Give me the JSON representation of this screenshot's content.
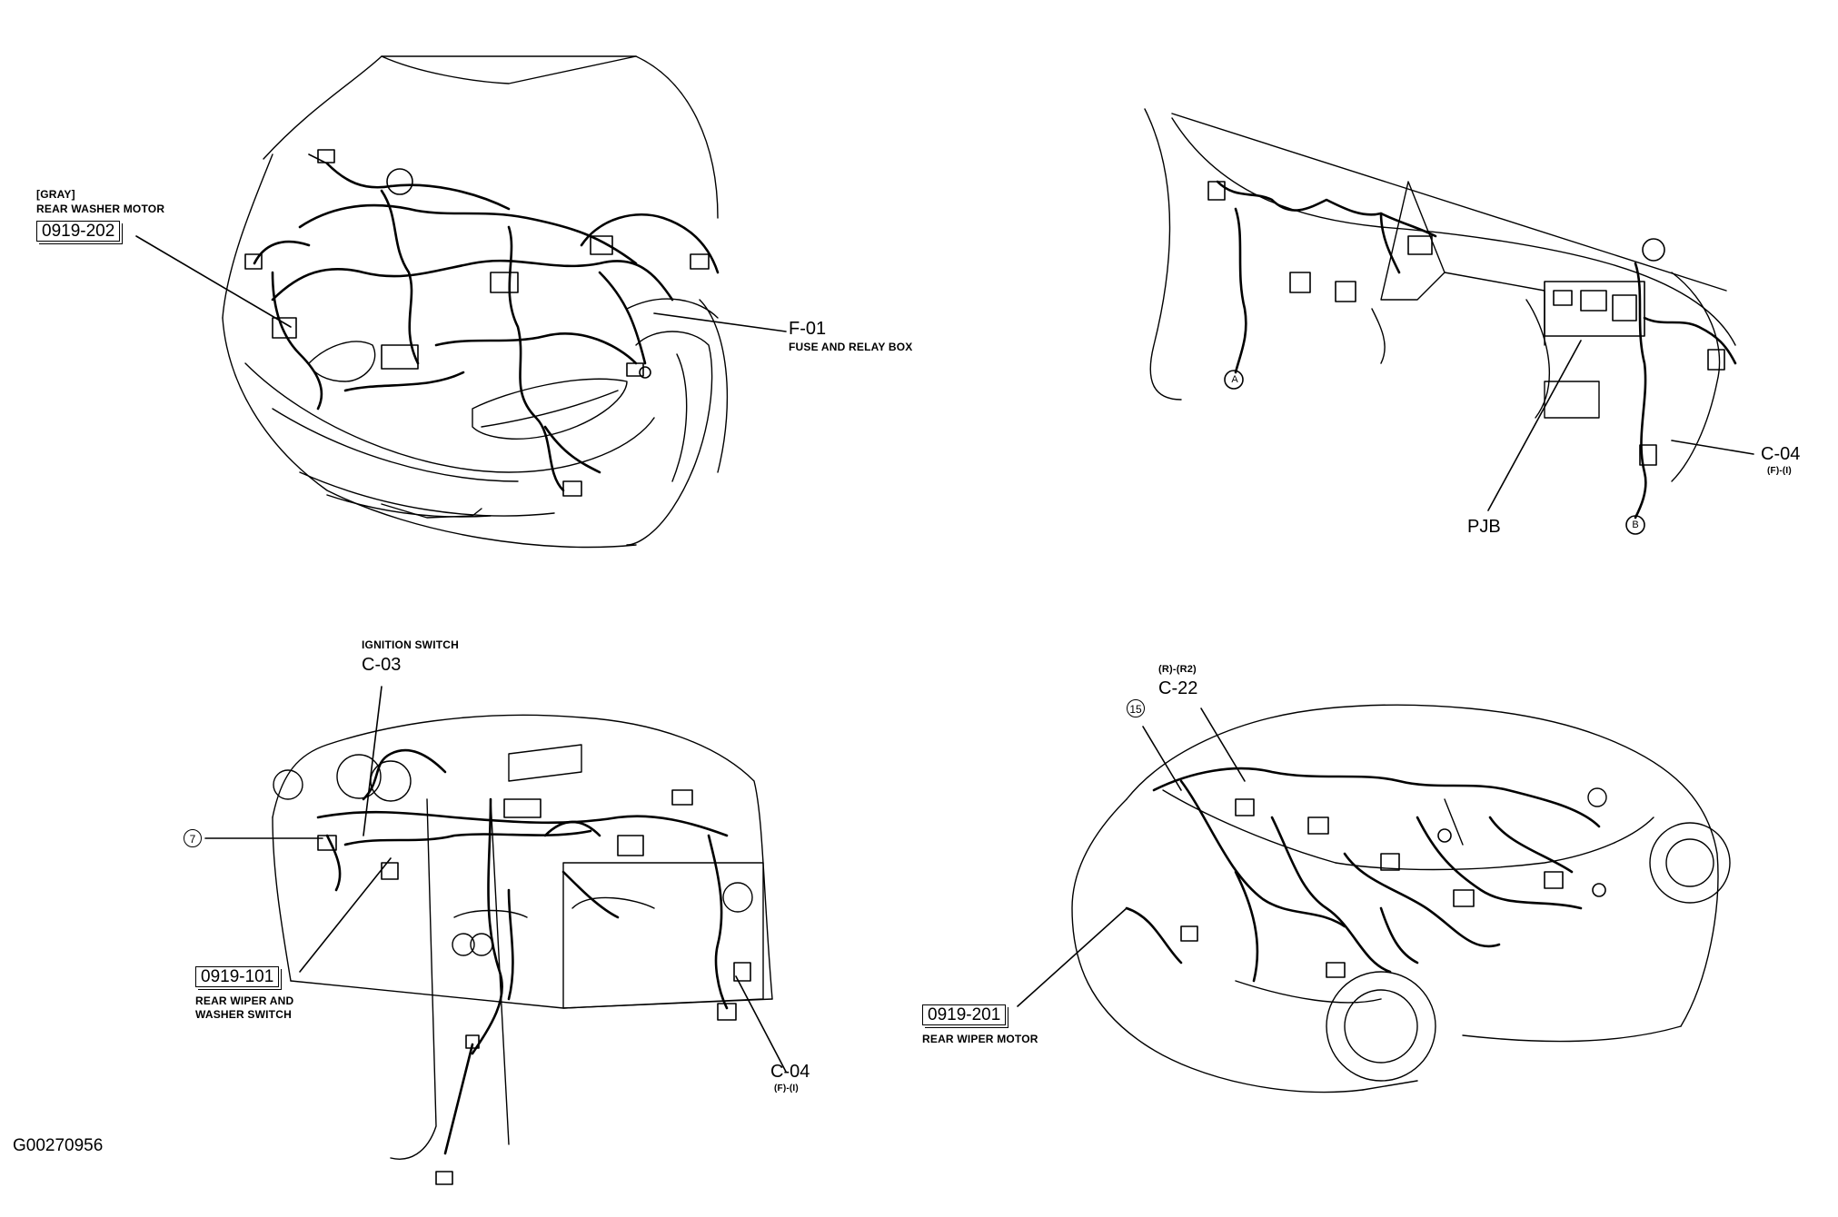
{
  "panel_top_left": {
    "rear_washer_color": "[GRAY]",
    "rear_washer_label": "REAR WASHER MOTOR",
    "rear_washer_code": "0919-202",
    "fuse_code": "F-01",
    "fuse_label": "FUSE AND RELAY BOX"
  },
  "panel_top_right": {
    "pjb_label": "PJB",
    "c04_code": "C-04",
    "c04_sub": "(F)-(I)",
    "marker_a": "A",
    "marker_b": "B"
  },
  "panel_bottom_left": {
    "ignition_label": "IGNITION SWITCH",
    "ignition_code": "C-03",
    "marker_7": "7",
    "switch_code": "0919-101",
    "switch_label_1": "REAR WIPER AND",
    "switch_label_2": "WASHER SWITCH",
    "c04_code": "C-04",
    "c04_sub": "(F)-(I)"
  },
  "panel_bottom_right": {
    "c22_sub": "(R)-(R2)",
    "c22_code": "C-22",
    "marker_15": "15",
    "motor_code": "0919-201",
    "motor_label": "REAR WIPER MOTOR"
  },
  "figure_id": "G00270956"
}
